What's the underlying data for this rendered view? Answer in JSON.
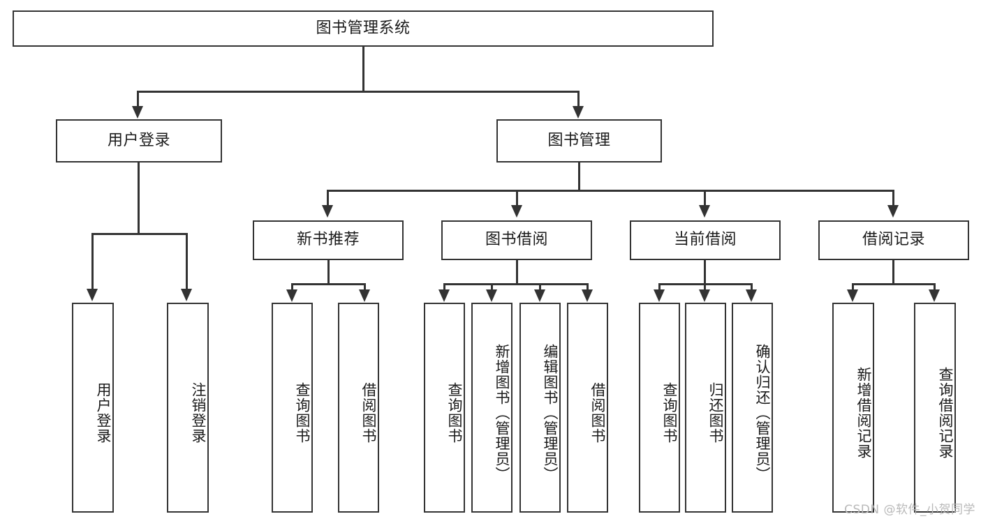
{
  "diagram": {
    "title_node": {
      "label": "图书管理系统"
    },
    "level2": [
      {
        "label": "用户登录"
      },
      {
        "label": "图书管理"
      }
    ],
    "level3": [
      {
        "label": "新书推荐"
      },
      {
        "label": "图书借阅"
      },
      {
        "label": "当前借阅"
      },
      {
        "label": "借阅记录"
      }
    ],
    "leaves": {
      "user_login": [
        {
          "label": "用户登录"
        },
        {
          "label": "注销登录"
        }
      ],
      "new_book_recommend": [
        {
          "label": "查询图书"
        },
        {
          "label": "借阅图书"
        }
      ],
      "book_borrow": [
        {
          "label": "查询图书"
        },
        {
          "label": "新增图书（管理员）"
        },
        {
          "label": "编辑图书（管理员）"
        },
        {
          "label": "借阅图书"
        }
      ],
      "current_borrow": [
        {
          "label": "查询图书"
        },
        {
          "label": "归还图书"
        },
        {
          "label": "确认归还（管理员）"
        }
      ],
      "borrow_record": [
        {
          "label": "新增借阅记录"
        },
        {
          "label": "查询借阅记录"
        }
      ]
    }
  },
  "watermark": {
    "text": "CSDN @软件_小贺同学"
  },
  "colors": {
    "line": "#333333",
    "box_fill": "#ffffff",
    "text": "#1a1a1a",
    "watermark": "#b9b9b9"
  }
}
